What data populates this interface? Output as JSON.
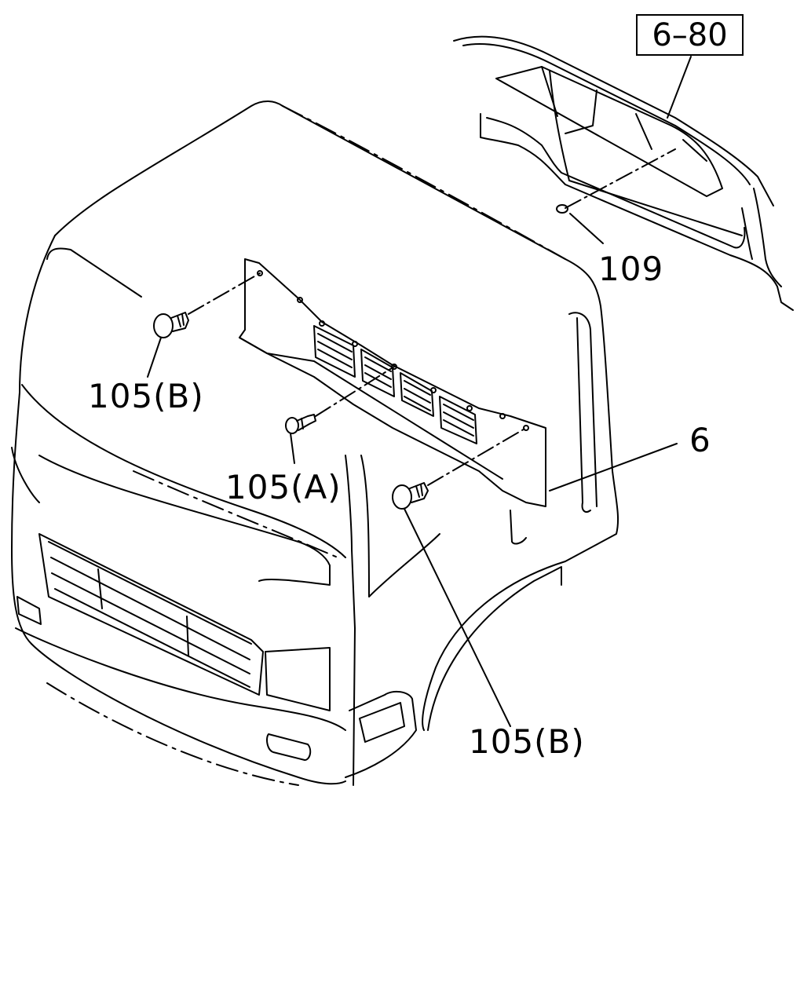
{
  "reference": {
    "label": "6–80"
  },
  "callouts": {
    "c109": "109",
    "c105b_top": "105(B)",
    "c105a": "105(A)",
    "c6": "6",
    "c105b_bottom": "105(B)"
  },
  "colors": {
    "line": "#000000",
    "background": "#ffffff"
  }
}
